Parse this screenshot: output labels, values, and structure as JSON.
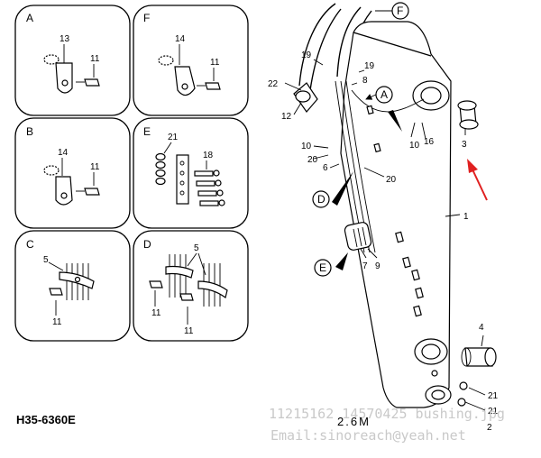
{
  "panels": [
    {
      "letter": "A",
      "parts": [
        "13",
        "11"
      ]
    },
    {
      "letter": "F",
      "parts": [
        "14",
        "11"
      ]
    },
    {
      "letter": "B",
      "parts": [
        "14",
        "11"
      ]
    },
    {
      "letter": "E",
      "parts": [
        "21",
        "18"
      ]
    },
    {
      "letter": "C",
      "parts": [
        "5",
        "11"
      ]
    },
    {
      "letter": "D",
      "parts": [
        "5",
        "11",
        "11"
      ]
    }
  ],
  "callouts": [
    "A",
    "D",
    "E",
    "F"
  ],
  "part_numbers": {
    "p22": "22",
    "p12": "12",
    "p19a": "19",
    "p19b": "19",
    "p8": "8",
    "p10a": "10",
    "p10b": "10",
    "p20a": "20",
    "p20b": "20",
    "p6": "6",
    "p7": "7",
    "p9": "9",
    "p1": "1",
    "p3": "3",
    "p16": "16",
    "p4": "4",
    "p21a": "21",
    "p21b": "21",
    "p2": "2"
  },
  "dimension_label": "2.6M",
  "drawing_code": "H35-6360E",
  "watermark": {
    "filename": "11215162 14570425 bushing.jpg",
    "email": "Email:sinoreach@yeah.net"
  },
  "colors": {
    "arrow": "#e02020",
    "watermark": "#c9c9c9"
  }
}
